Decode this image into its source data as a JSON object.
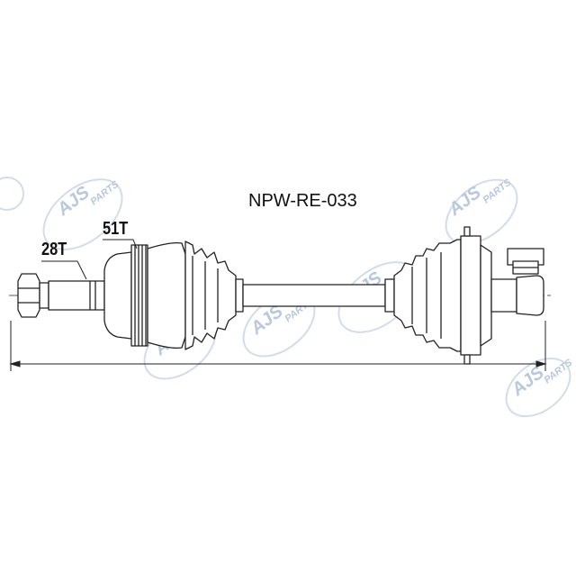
{
  "drawing": {
    "part_number": "NPW-RE-033",
    "labels": {
      "outer_spline": "28T",
      "abs_ring": "51T"
    },
    "watermark": {
      "brand": "AJS",
      "suffix": "PARTS",
      "color": "#b9c8dc"
    },
    "line_color": "#222222"
  }
}
